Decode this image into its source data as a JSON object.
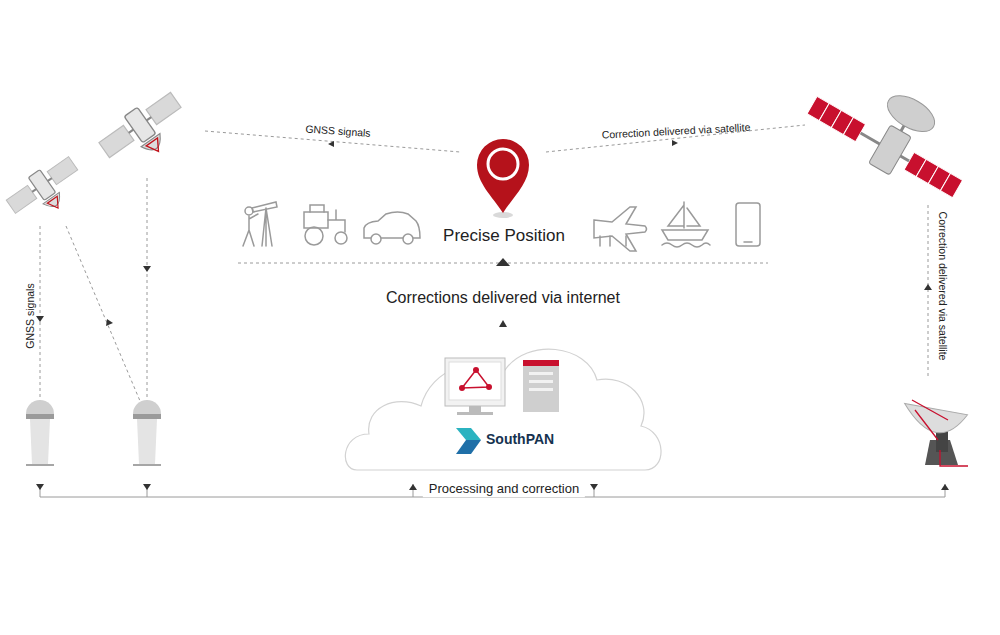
{
  "diagram": {
    "nodes": [
      {
        "text": [
          "SouthPAN"
        ]
      }
    ],
    "labels": [
      "GNSS signals",
      "Correction delivered via satellite",
      "Precise Position",
      "Corrections delivered via internet",
      "Processing and correction",
      "GNSS signals",
      "Correction delivered via satellite"
    ]
  }
}
